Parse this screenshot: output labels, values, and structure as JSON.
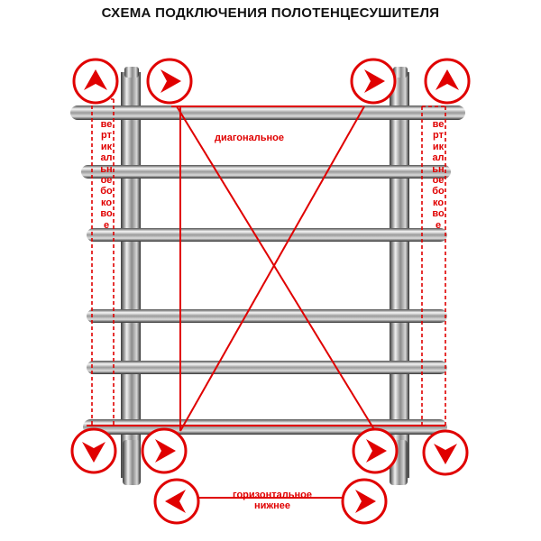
{
  "title": "СХЕМА ПОДКЛЮЧЕНИЯ ПОЛОТЕНЦЕСУШИТЕЛЯ",
  "labels": {
    "diagonal": "диагональное",
    "vertical_side_1": "вертикальное боковое",
    "vertical_side_2": "вертикальное боковое",
    "horizontal_line1": "горизонтальное",
    "horizontal_line2": "нижнее"
  },
  "colors": {
    "accent_red": "#e00000",
    "chrome_light": "#f2f2f2",
    "chrome_dark": "#3a3a3a"
  },
  "arrows": [
    {
      "id": "top-left-outer",
      "direction": "up"
    },
    {
      "id": "top-left-inner",
      "direction": "right"
    },
    {
      "id": "top-right-inner",
      "direction": "right"
    },
    {
      "id": "top-right-outer",
      "direction": "up"
    },
    {
      "id": "bottom-left-outer",
      "direction": "down"
    },
    {
      "id": "bottom-left-inner",
      "direction": "right"
    },
    {
      "id": "bottom-right-inner",
      "direction": "right"
    },
    {
      "id": "bottom-right-outer",
      "direction": "down"
    },
    {
      "id": "bottom-center-left",
      "direction": "left"
    },
    {
      "id": "bottom-center-right",
      "direction": "right"
    }
  ]
}
